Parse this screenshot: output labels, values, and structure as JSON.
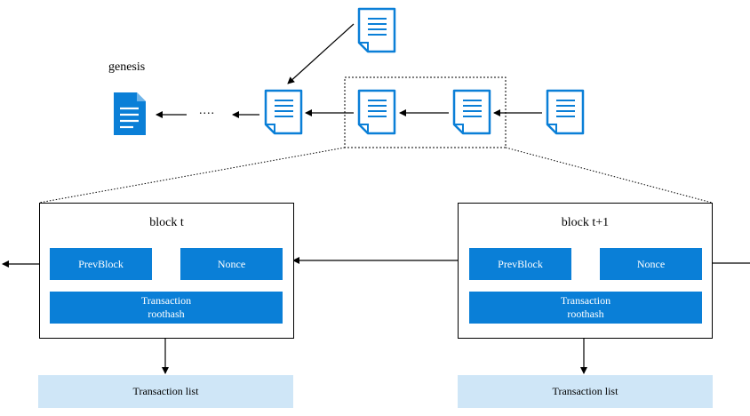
{
  "chain": {
    "genesis_label": "genesis",
    "ellipsis": "...."
  },
  "blocks": [
    {
      "title": "block t",
      "prev_block": "PrevBlock",
      "nonce": "Nonce",
      "root_line1": "Transaction",
      "root_line2": "roothash",
      "tx_list": "Transaction list"
    },
    {
      "title": "block t+1",
      "prev_block": "PrevBlock",
      "nonce": "Nonce",
      "root_line1": "Transaction",
      "root_line2": "roothash",
      "tx_list": "Transaction list"
    }
  ],
  "colors": {
    "accent": "#0a7fd7",
    "tx_list_bg": "#cfe6f7",
    "line": "#000000"
  },
  "icons": {
    "block_document": "block-document-icon",
    "genesis_document": "genesis-document-icon"
  }
}
